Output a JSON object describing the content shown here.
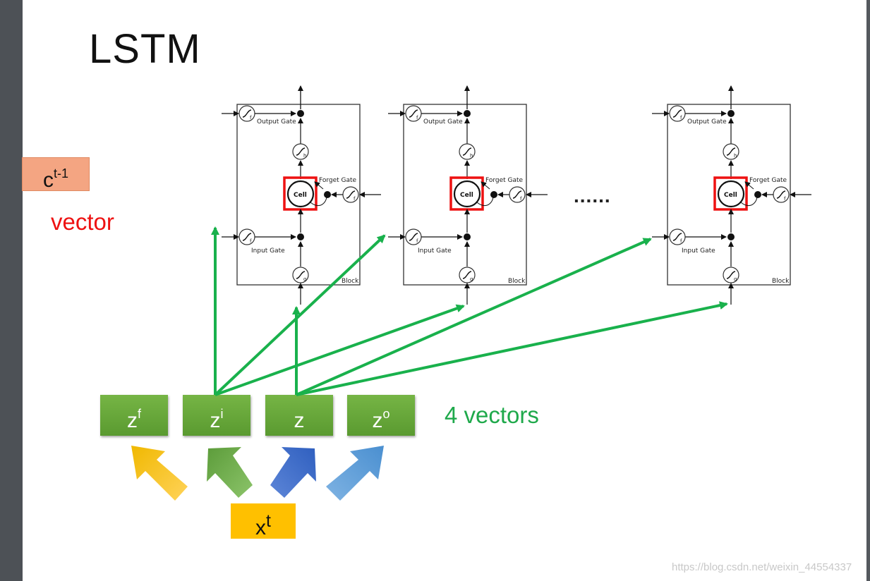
{
  "title": "LSTM",
  "cprev": {
    "base": "c",
    "sup": "t-1"
  },
  "vector_label": "vector",
  "gates": [
    {
      "base": "z",
      "sup": "f"
    },
    {
      "base": "z",
      "sup": "i"
    },
    {
      "base": "z",
      "sup": ""
    },
    {
      "base": "z",
      "sup": "o"
    }
  ],
  "four_vectors": "4 vectors",
  "x_input": {
    "base": "x",
    "sup": "t"
  },
  "ellipsis": "......",
  "block_labels": {
    "output_gate": "Output Gate",
    "forget_gate": "Forget Gate",
    "input_gate": "Input Gate",
    "cell": "Cell",
    "block": "Block",
    "f": "f",
    "h": "h",
    "g": "g"
  },
  "watermark": "https://blog.csdn.net/weixin_44554337",
  "colors": {
    "arrow_green": "#19b14c",
    "box_green": "#6aab3c",
    "cell_red": "#ee1111",
    "x_yellow": "#ffc000",
    "arrow_yellow": "#f5c000",
    "arrow_lightgreen": "#6aa84f",
    "arrow_blue": "#3366cc",
    "arrow_lightblue": "#5b9bd5"
  }
}
